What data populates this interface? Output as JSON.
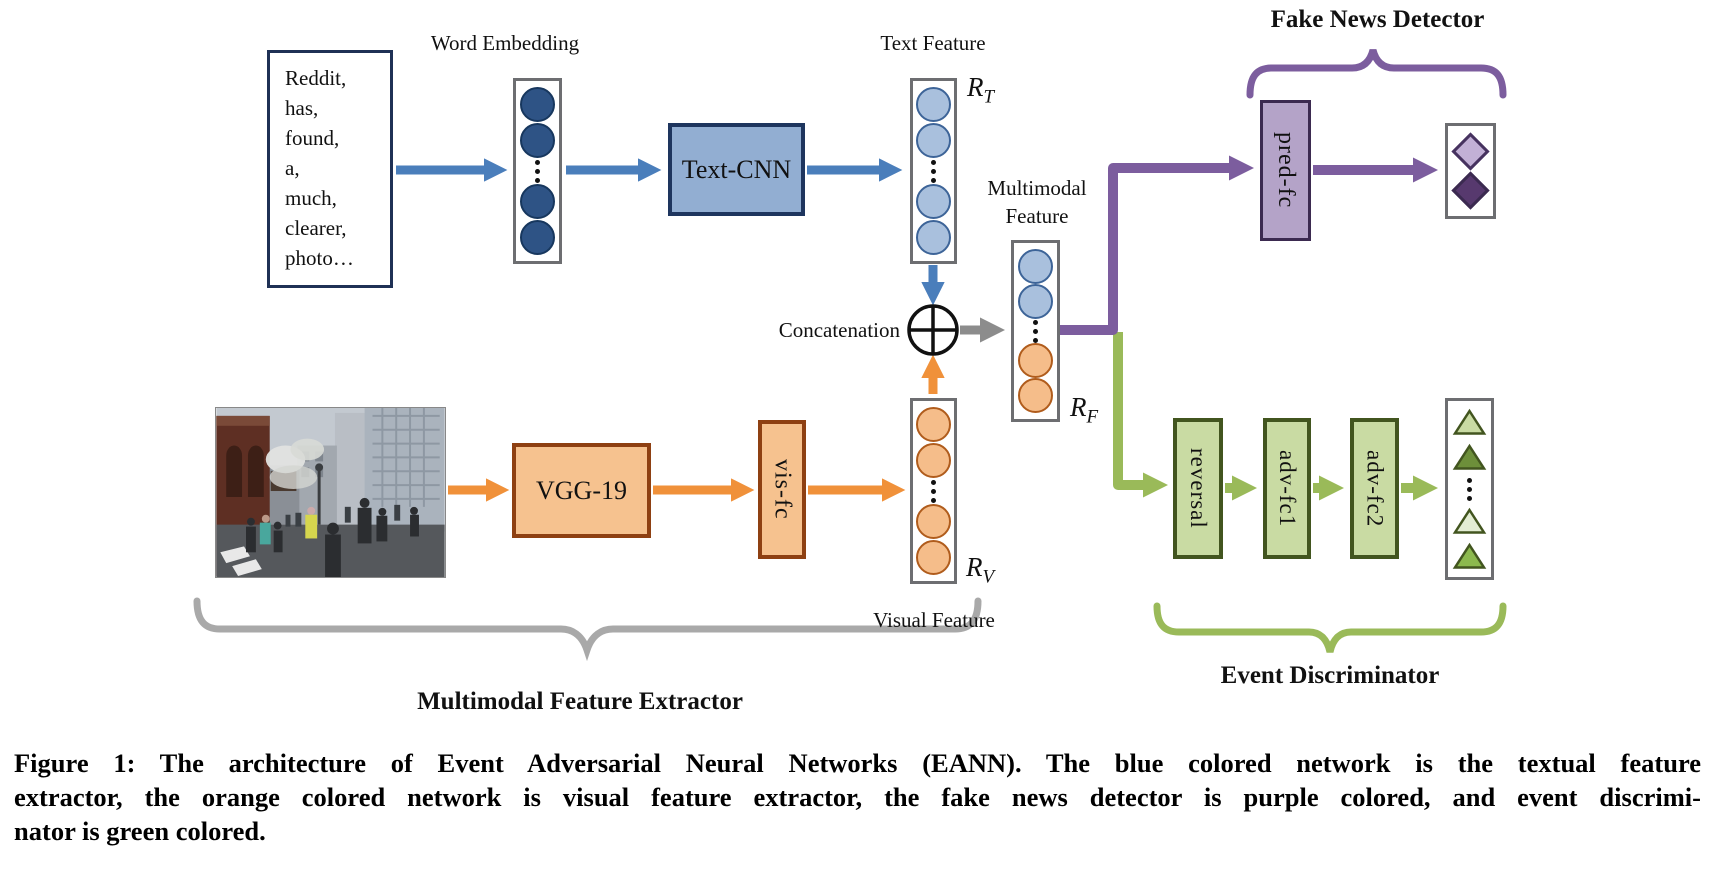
{
  "diagram": {
    "text_input": {
      "lines": "Reddit,\nhas,\nfound,\na,\nmuch,\nclearer,\nphoto…"
    },
    "labels": {
      "word_embedding": "Word Embedding",
      "text_feature": "Text Feature",
      "visual_feature": "Visual Feature",
      "multimodal_line1": "Multimodal",
      "multimodal_line2": "Feature",
      "concatenation": "Concatenation",
      "rt_base": "R",
      "rt_sub": "T",
      "rv_base": "R",
      "rv_sub": "V",
      "rf_base": "R",
      "rf_sub": "F"
    },
    "blocks": {
      "text_cnn": "Text-CNN",
      "vgg19": "VGG-19",
      "vis_fc": "vis-fc",
      "pred_fc": "pred-fc",
      "reversal": "reversal",
      "adv_fc1": "adv-fc1",
      "adv_fc2": "adv-fc2"
    },
    "sections": {
      "fake_news_detector": "Fake News Detector",
      "event_discriminator": "Event Discriminator",
      "multimodal_feature_extractor": "Multimodal Feature Extractor"
    },
    "colors": {
      "blue_arrow": "#4a7ebb",
      "dark_blue_node": "#2e5385",
      "light_blue_node": "#a9c0dd",
      "text_cnn_fill": "#92aed2",
      "navy_border": "#1e355e",
      "orange_arrow": "#f0913a",
      "orange_node": "#f5bd8a",
      "orange_box_fill": "#f6c28f",
      "orange_box_border": "#8e4012",
      "purple_arrow": "#7c5d9e",
      "pred_fc_fill": "#b4a3c8",
      "purple_diamond_light": "#c2b0d6",
      "purple_diamond_dark": "#57396e",
      "green_arrow": "#9aba59",
      "green_box_fill": "#c9dba3",
      "green_box_border": "#42551f",
      "gray_outline": "#6d6e71"
    }
  },
  "caption": {
    "line1": "Figure 1: The architecture of Event Adversarial Neural Networks (EANN). The blue colored network is the textual feature",
    "line2": "extractor, the orange colored network is visual feature extractor, the fake news detector is purple colored, and event discrimi-",
    "line3": "nator is green colored."
  }
}
